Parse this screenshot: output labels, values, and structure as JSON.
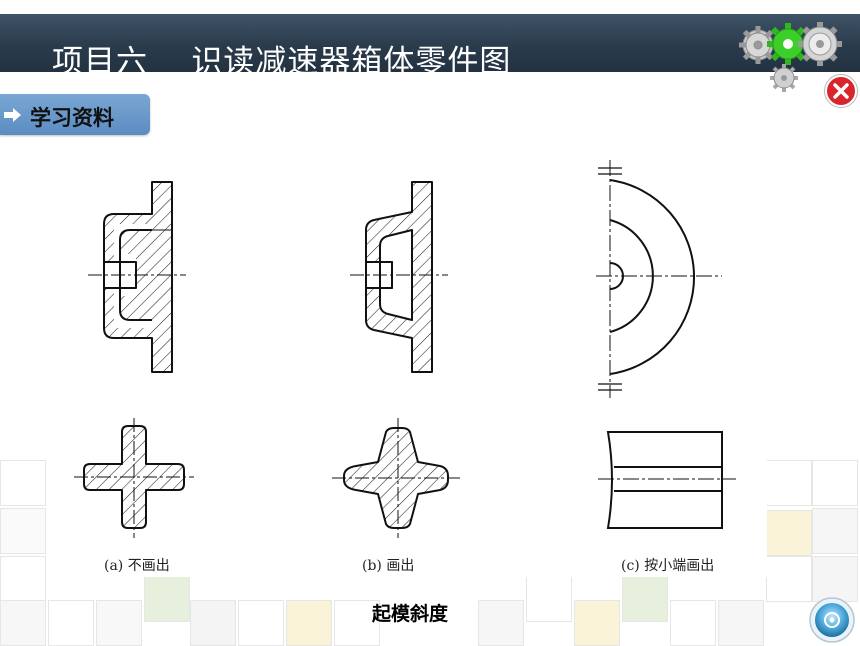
{
  "header": {
    "title": "项目六    识读减速器箱体零件图"
  },
  "section": {
    "label": "学习资料"
  },
  "figure": {
    "captions": {
      "a": "(a) 不画出",
      "b": "(b) 画出",
      "c": "(c) 按小端画出"
    },
    "main_caption": "起模斜度"
  },
  "icons": {
    "gears": "gears-icon",
    "close": "close-icon",
    "arrow": "arrow-right-icon",
    "home": "home-icon"
  },
  "colors": {
    "title_bar": "#2a3b4c",
    "section_tab": "#5b8dc2",
    "close_button": "#d9262c",
    "gear_green": "#3ccf2a"
  }
}
